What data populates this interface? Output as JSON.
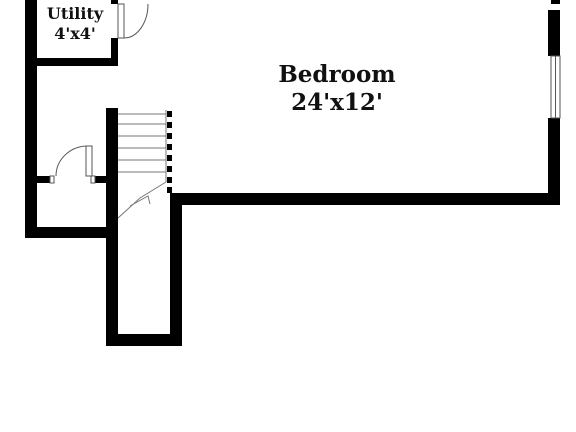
{
  "rooms": {
    "utility": {
      "name": "Utility",
      "size": "4'x4'"
    },
    "bedroom": {
      "name": "Bedroom",
      "size": "24'x12'"
    }
  },
  "colors": {
    "wall": "#000000",
    "background": "#ffffff",
    "line": "#555555"
  }
}
